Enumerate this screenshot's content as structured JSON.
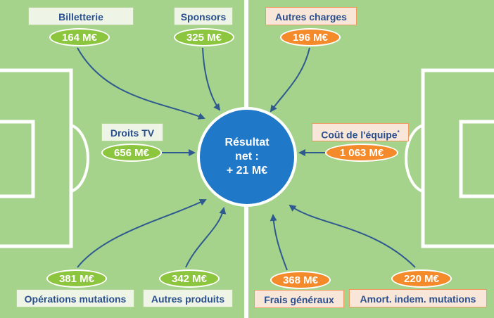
{
  "center": {
    "line1": "Résultat",
    "line2": "net :",
    "line3": "+ 21 M€"
  },
  "items": {
    "billetterie": {
      "label": "Billetterie",
      "value": "164 M€"
    },
    "sponsors": {
      "label": "Sponsors",
      "value": "325 M€"
    },
    "droits_tv": {
      "label": "Droits TV",
      "value": "656 M€"
    },
    "operations_mutations": {
      "label": "Opérations mutations",
      "value": "381 M€"
    },
    "autres_produits": {
      "label": "Autres produits",
      "value": "342 M€"
    },
    "autres_charges": {
      "label": "Autres charges",
      "value": "196 M€"
    },
    "cout_equipe": {
      "label": "Coût de l'équipe",
      "footnote_mark": "*",
      "value": "1 063 M€"
    },
    "frais_generaux": {
      "label": "Frais généraux",
      "value": "368 M€"
    },
    "amort_indem_mutations": {
      "label": "Amort. indem. mutations",
      "value": "220 M€"
    }
  },
  "colors": {
    "field": "#a6d38b",
    "revenue": "#8cc63f",
    "expense": "#f48a2a",
    "center": "#1f78c8",
    "arrow": "#2f5a8f"
  }
}
